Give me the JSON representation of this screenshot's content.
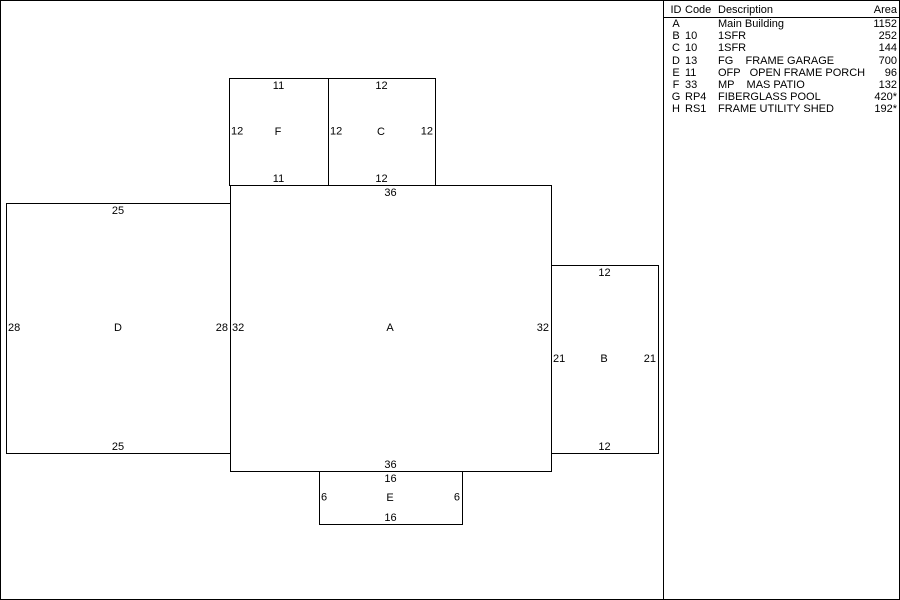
{
  "sketch": {
    "areas": [
      {
        "id": "A",
        "sides": {
          "top": "36",
          "bottom": "36",
          "left": "32",
          "right": "32"
        }
      },
      {
        "id": "B",
        "sides": {
          "top": "12",
          "bottom": "12",
          "left": "21",
          "right": "21"
        }
      },
      {
        "id": "C",
        "sides": {
          "top": "12",
          "bottom": "12",
          "left": "12",
          "right": "12"
        }
      },
      {
        "id": "D",
        "sides": {
          "top": "25",
          "bottom": "25",
          "left": "28",
          "right": "28"
        }
      },
      {
        "id": "E",
        "sides": {
          "top": "16",
          "bottom": "16",
          "left": "6",
          "right": "6"
        }
      },
      {
        "id": "F",
        "sides": {
          "top": "11",
          "bottom": "11",
          "left": "12",
          "right": ""
        }
      }
    ]
  },
  "legend": {
    "headers": {
      "id": "ID",
      "code": "Code",
      "description": "Description",
      "area": "Area"
    },
    "rows": [
      {
        "id": "A",
        "code": "",
        "description": "Main Building",
        "area": "1152"
      },
      {
        "id": "B",
        "code": "10",
        "description": "1SFR",
        "area": "252"
      },
      {
        "id": "C",
        "code": "10",
        "description": "1SFR",
        "area": "144"
      },
      {
        "id": "D",
        "code": "13",
        "description": "FG    FRAME GARAGE",
        "area": "700"
      },
      {
        "id": "E",
        "code": "11",
        "description": "OFP   OPEN FRAME PORCH",
        "area": "96"
      },
      {
        "id": "F",
        "code": "33",
        "description": "MP    MAS PATIO",
        "area": "132"
      },
      {
        "id": "G",
        "code": "RP4",
        "description": "FIBERGLASS POOL",
        "area": "420*"
      },
      {
        "id": "H",
        "code": "RS1",
        "description": "FRAME UTILITY SHED",
        "area": "192*"
      }
    ]
  }
}
